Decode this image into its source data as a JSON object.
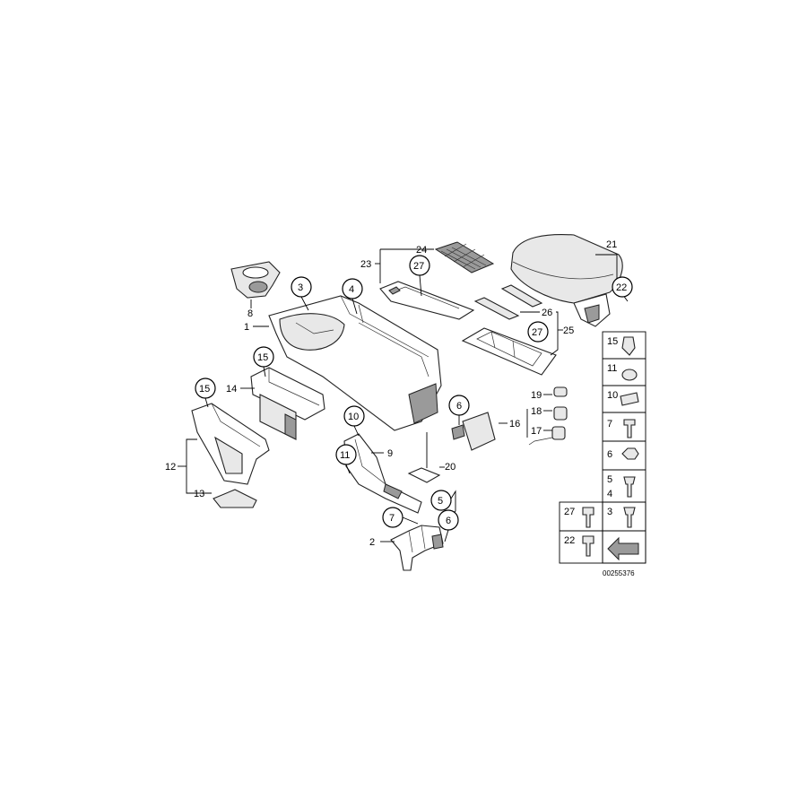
{
  "labels": {
    "l1": "1",
    "l2": "2",
    "l3": "3",
    "l4": "4",
    "l5": "5",
    "l6a": "6",
    "l6b": "6",
    "l7": "7",
    "l8": "8",
    "l9": "9",
    "l10": "10",
    "l11": "11",
    "l12": "12",
    "l13": "13",
    "l14": "14",
    "l15a": "15",
    "l15b": "15",
    "l16": "16",
    "l17": "17",
    "l18": "18",
    "l19": "19",
    "l20": "20",
    "l21": "21",
    "l22": "22",
    "l23": "23",
    "l24": "24",
    "l25": "25",
    "l26": "26",
    "l27a": "27",
    "l27b": "27"
  },
  "legend": {
    "r15": "15",
    "r11": "11",
    "r10": "10",
    "r7": "7",
    "r6": "6",
    "r5": "5",
    "r4": "4",
    "r3": "3",
    "r27": "27",
    "r22": "22"
  },
  "doc_id": "00255376"
}
